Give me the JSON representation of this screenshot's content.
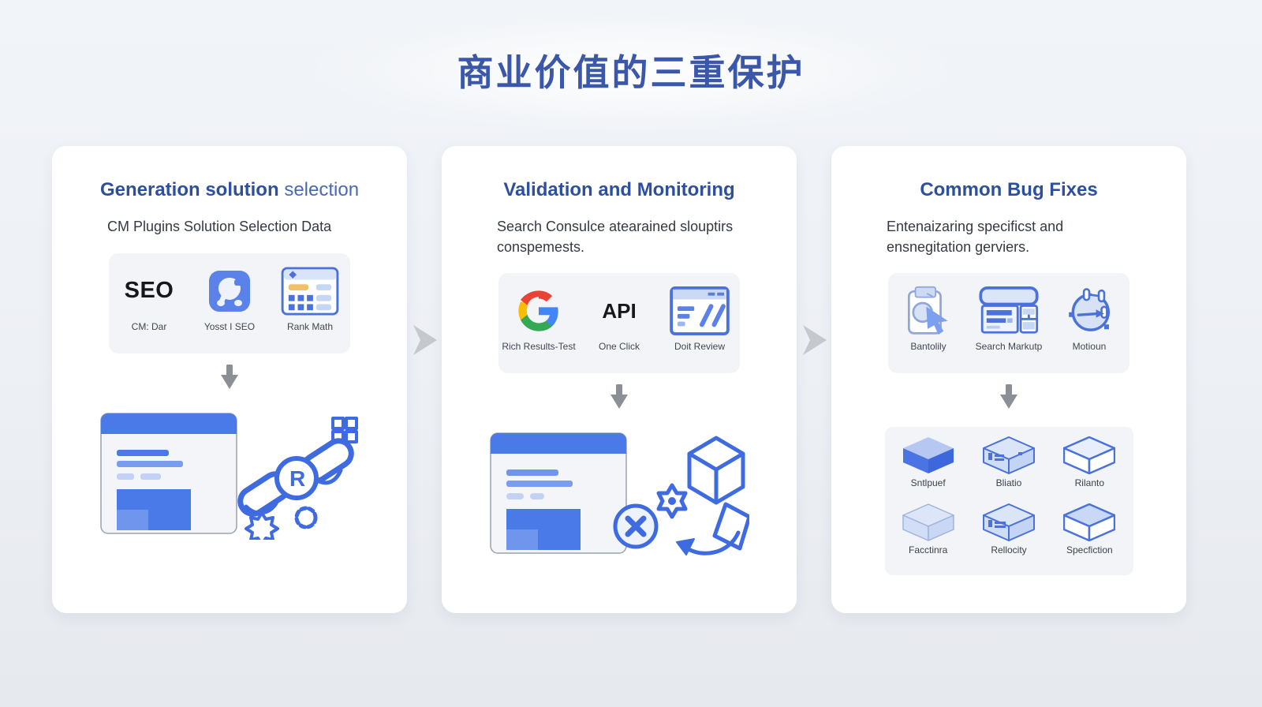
{
  "page": {
    "title": "商业价值的三重保护"
  },
  "cards": [
    {
      "title_strong": "Generation solution",
      "title_light": "selection",
      "subtitle": "CM Plugins Solution Selection Data",
      "tools": [
        {
          "label": "CM: Dar",
          "text": "SEO",
          "icon": "seo-wordmark"
        },
        {
          "label": "Yosst I SEO",
          "icon": "yoast-app"
        },
        {
          "label": "Rank Math",
          "icon": "rank-math-window"
        }
      ],
      "badge_letter": "R",
      "illustration": "webpage-chain-links-gears"
    },
    {
      "title_strong": "Validation and Monitoring",
      "title_light": "",
      "subtitle": "Search Consulce atearained slouptirs conspemests.",
      "tools": [
        {
          "label": "Rich Results-Test",
          "icon": "google-g"
        },
        {
          "label": "One Click",
          "text": "API",
          "icon": "api-wordmark"
        },
        {
          "label": "Doit Review",
          "icon": "code-review-window"
        }
      ],
      "illustration": "webpage-error-cube-recycle"
    },
    {
      "title_strong": "Common Bug Fixes",
      "title_light": "",
      "subtitle": "Entenaizaring specificst and ensnegitation gerviers.",
      "tools": [
        {
          "label": "Bantolily",
          "icon": "clipboard-search-cursor"
        },
        {
          "label": "Search Markutp",
          "icon": "layout-markup-window"
        },
        {
          "label": "Motioun",
          "icon": "motion-glyph"
        }
      ],
      "boxes": [
        {
          "label": "Sntlpuef",
          "style": "solid-blue"
        },
        {
          "label": "Bliatio",
          "style": "device-ports"
        },
        {
          "label": "Rilanto",
          "style": "outline-light"
        },
        {
          "label": "Facctinra",
          "style": "light-fill"
        },
        {
          "label": "Rellocity",
          "style": "device-ports"
        },
        {
          "label": "Specfiction",
          "style": "outline-blue-top"
        }
      ]
    }
  ],
  "colors": {
    "page_background": "#edf0f5",
    "card_background": "#ffffff",
    "title_blue": "#3a57a9",
    "heading_blue_strong": "#2d4fa0",
    "heading_blue_light": "#4a69b5",
    "body_text": "#343a43",
    "panel_gray": "#f2f4f8",
    "down_arrow_gray": "#8b9096",
    "chevron_gray": "#c5c9ce",
    "accent_blue": "#4a79e8",
    "outline_blue": "#3f6be0",
    "google_blue": "#4285F4",
    "google_red": "#EA4335",
    "google_yellow": "#FBBC05",
    "google_green": "#34A853",
    "rank_math_orange": "#f1c06a"
  }
}
